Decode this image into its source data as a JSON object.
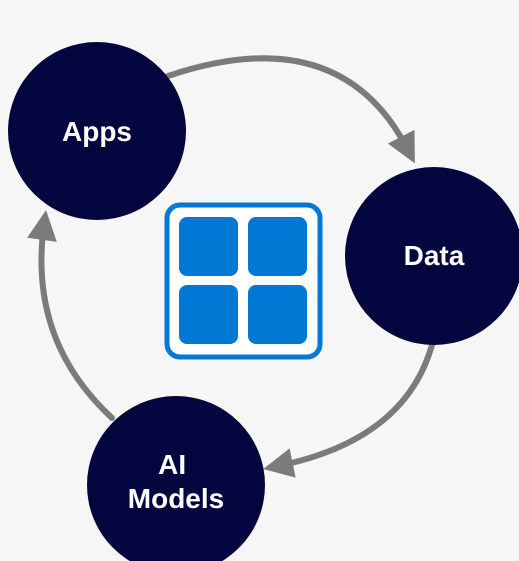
{
  "colors": {
    "background": "#f6f6f6",
    "node_fill": "#03053f",
    "node_text": "#ffffff",
    "arrow": "#7b7b7b",
    "center_icon_outline": "#0078d4",
    "center_icon_tile": "#0078d4",
    "center_icon_bg": "#ffffff"
  },
  "icons": {
    "center": "four-square-grid-icon"
  },
  "nodes": {
    "apps": {
      "label": "Apps"
    },
    "data": {
      "label": "Data"
    },
    "ai_models": {
      "line1": "AI",
      "line2": "Models"
    }
  }
}
